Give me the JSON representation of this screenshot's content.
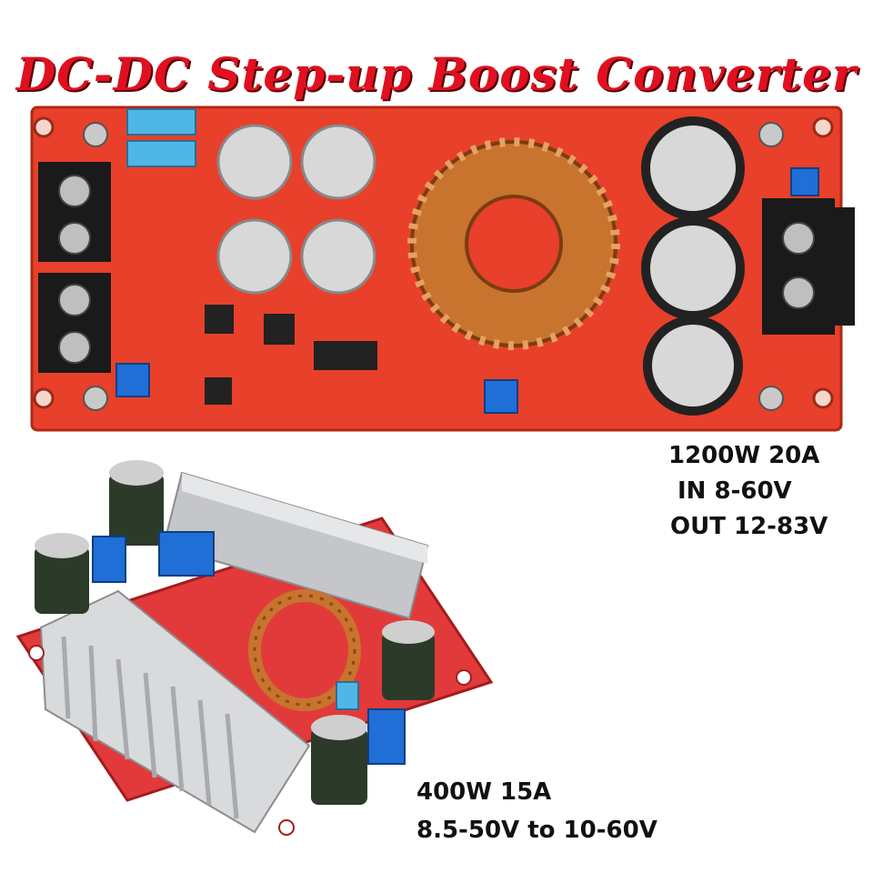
{
  "title": "DC-DC Step-up Boost Converter",
  "product_1200w": {
    "power_current": "1200W 20A",
    "input": "IN 8-60V",
    "output": "OUT 12-83V"
  },
  "product_400w": {
    "power_current": "400W 15A",
    "range": "8.5-50V to 10-60V"
  },
  "colors": {
    "title_red": "#e01020",
    "board_red": "#e8402a",
    "copper": "#c8732e",
    "heatsink": "#d9dadc",
    "pot_blue": "#1f6fd6"
  }
}
